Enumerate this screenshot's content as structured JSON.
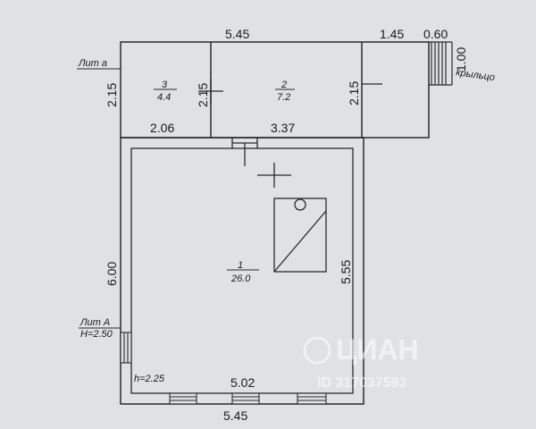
{
  "dimensions": {
    "top_a": "5.45",
    "top_b": "1.45",
    "top_c": "0.60",
    "stair_height": "1.00",
    "left_upper": "2.15",
    "room3_height": "2.15",
    "room2_height": "2.15",
    "room3_width": "2.06",
    "room2_width": "3.37",
    "left_main": "6.00",
    "right_main": "5.55",
    "inner_bottom": "5.02",
    "outer_bottom": "5.45"
  },
  "rooms": [
    {
      "number": "3",
      "area": "4.4"
    },
    {
      "number": "2",
      "area": "7.2"
    },
    {
      "number": "1",
      "area": "26.0"
    }
  ],
  "labels": {
    "lit_a_small": "Лит а",
    "lit_a_big": "Лит А",
    "height_main": "H=2.50",
    "height_inner": "h=2.25",
    "porch": "крыльцо"
  },
  "watermark": {
    "brand": "ЦИАН",
    "id": "ID 317037593"
  },
  "colors": {
    "background": "#dfe1e3",
    "line": "#2a2a2a"
  }
}
